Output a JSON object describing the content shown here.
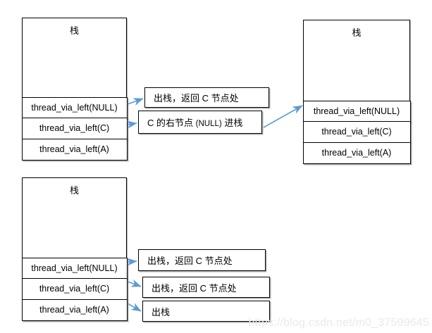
{
  "diagram": {
    "title_text": "栈",
    "arrow_color": "#5B9BD5",
    "border_color": "#000000",
    "background": "#ffffff",
    "watermark": "https://blog.csdn.net/m0_37599645",
    "stacks": [
      {
        "id": "stack-top-left",
        "header": "栈",
        "rows": [
          "thread_via_left(NULL)",
          "thread_via_left(C)",
          "thread_via_left(A)"
        ]
      },
      {
        "id": "stack-top-right",
        "header": "栈",
        "rows": [
          "thread_via_left(NULL)",
          "thread_via_left(C)",
          "thread_via_left(A)"
        ]
      },
      {
        "id": "stack-bottom-left",
        "header": "栈",
        "rows": [
          "thread_via_left(NULL)",
          "thread_via_left(C)",
          "thread_via_left(A)"
        ]
      }
    ],
    "notes": [
      {
        "id": "note-top-1",
        "text": "出栈，返回 C 节点处"
      },
      {
        "id": "note-top-2",
        "text_before": "C 的右节点",
        "text_small": "(NULL)",
        "text_after": "进栈"
      },
      {
        "id": "note-bottom-1",
        "text": "出栈，返回 C 节点处"
      },
      {
        "id": "note-bottom-2",
        "text": "出栈，返回 C 节点处"
      },
      {
        "id": "note-bottom-3",
        "text": "出栈"
      }
    ],
    "connections": [
      {
        "from": "stack-top-left.row-null",
        "to": "note-top-1"
      },
      {
        "from": "stack-top-left.row-c",
        "to": "note-top-2"
      },
      {
        "from": "note-top-2",
        "to": "stack-top-right.row-null"
      },
      {
        "from": "stack-bottom-left.row-null",
        "to": "note-bottom-1"
      },
      {
        "from": "stack-bottom-left.row-c",
        "to": "note-bottom-2"
      },
      {
        "from": "stack-bottom-left.row-a",
        "to": "note-bottom-3"
      }
    ]
  }
}
